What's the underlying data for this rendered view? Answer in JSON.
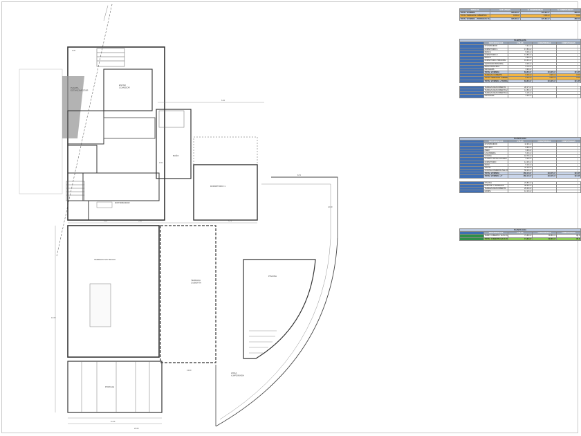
{
  "plan": {
    "rooms": {
      "planta_estancia": "PLANTA\nESTANCIA/ESTAR",
      "room_top": "ESTAR\nCOMEDOR",
      "distribuidor": "DISTRIBUIDOR",
      "dormitorio": "DORMITORIO 1",
      "bano": "BAÑO",
      "terraza_big": "TERRAZA SIN TECHO",
      "terraza_cubierta": "TERRAZA\nCUBIERTA",
      "piscina": "PISCINA",
      "porche": "PORCHE",
      "zona_ajardinada": "ZONA\nAJARDINADA"
    },
    "dims": {
      "d1": "11.00",
      "d2": "5.45",
      "d3": "3.00",
      "d4": "4.14",
      "d5": "5.75",
      "d6": "8.70",
      "d7": "12.30",
      "d8": "14.00",
      "d9": "13.00",
      "d10": "23.00",
      "d11": "6.35",
      "d12": "1.82"
    }
  },
  "table": {
    "summary_header": [
      "TOTALES",
      "SUP. ÚTILES",
      "S. CONSTRUIDAS",
      "S. COMPUTABLES"
    ],
    "summary_rows": [
      [
        "TOTAL VIVIENDA",
        "325.85 m²",
        "376.60 m²",
        "386.00"
      ],
      [
        "TOTAL TERRAZAS CUBIERTAS",
        "0.00 m²",
        "0.00 m²",
        "0.00"
      ],
      [
        "TOTAL VIVIENDA + TERRAZAS CUBIERTAS",
        "325.85 m²",
        "376.60 m²",
        "386.00"
      ]
    ],
    "planta_alta": {
      "title": "PLANTA ALTA",
      "header": [
        "DEPENDENCIAS",
        "ÚTILES",
        "CONSTRUIDAS",
        "COMPUTABLES"
      ],
      "rows": [
        [
          "DISTRIBUIDOR",
          "7.31 m²",
          "",
          ""
        ],
        [
          "DORMITORIO 1",
          "17.82 m²",
          "",
          ""
        ],
        [
          "BAÑO 1",
          "5.06 m²",
          "",
          ""
        ],
        [
          "DORMITORIO 2",
          "13.85 m²",
          "",
          ""
        ],
        [
          "BAÑO 2",
          "4.50 m²",
          "",
          ""
        ],
        [
          "DORMITORIO PRINCIPAL",
          "19.62 m²",
          "",
          ""
        ],
        [
          "VESTIDOR PRINCIPAL",
          "6.05 m²",
          "",
          ""
        ],
        [
          "BAÑO PRINCIPAL",
          "9.70 m²",
          "",
          ""
        ],
        [
          "ESCALERA",
          "3.93 m²",
          "",
          ""
        ],
        [
          "TOTAL VIVIENDA",
          "84.86 m²",
          "101.35 m²",
          "101.35"
        ],
        [
          "TERRAZA CUBIERTA",
          "0.00 m²",
          "0.00 m²",
          "0.00"
        ],
        [
          "TOTAL TERRAZAS CUBIERTAS",
          "0.00 m²",
          "0.00 m²",
          "0.00"
        ],
        [
          "TOTAL VIVIENDA + TERRAZAS CUBIERTAS",
          "84.86 m²",
          "101.35 m²",
          "101.35"
        ]
      ],
      "extra": [
        [
          "TERRAZA DESCUBIERTA",
          "28.17 m²",
          "",
          ""
        ],
        [
          "TERRAZA DESCUBIERTA 2",
          "14.80 m²",
          "",
          ""
        ],
        [
          "TERRAZA DESCUBIERTA 3",
          "9.18 m²",
          "",
          ""
        ],
        [
          "ESCALERA",
          "3.20 m²",
          "",
          ""
        ]
      ]
    },
    "planta_baja": {
      "title": "PLANTA BAJA",
      "header": [
        "DEPENDENCIAS",
        "ÚTILES",
        "CONSTRUIDAS",
        "COMPUTABLES"
      ],
      "rows": [
        [
          "DISTRIBUIDOR",
          "11.90 m²",
          "",
          ""
        ],
        [
          "ESTUDIO",
          "8.85 m²",
          "",
          ""
        ],
        [
          "ASEO",
          "3.30 m²",
          "",
          ""
        ],
        [
          "LAVANDERÍA",
          "5.40 m²",
          "",
          ""
        ],
        [
          "COCINA",
          "18.75 m²",
          "",
          ""
        ],
        [
          "CUARTO INSTALACIONES",
          "4.20 m²",
          "",
          ""
        ],
        [
          "DORMITORIO",
          "14.25 m²",
          "",
          ""
        ],
        [
          "BAÑO",
          "5.10 m²",
          "",
          ""
        ],
        [
          "SALÓN",
          "41.15 m²",
          "",
          ""
        ],
        [
          "COCINA-COMEDOR-SALÓN",
          "56.20 m²",
          "",
          ""
        ],
        [
          "TOTAL VIVIENDA",
          "169.10 m²",
          "194.45 m²",
          "194.45"
        ],
        [
          "TOTAL VIVIENDA + T",
          "169.10 m²",
          "194.45 m²",
          "194.45"
        ]
      ],
      "extra": [
        [
          "PISCINA",
          "23.80 m²",
          "",
          ""
        ],
        [
          "PORCHE Y TERRAZAS",
          "38.50 m²",
          "",
          ""
        ],
        [
          "TERRAZA DESCUBIERTA",
          "26.40 m²",
          "",
          ""
        ],
        [
          "RAMPA",
          "12.10 m²",
          "",
          ""
        ]
      ]
    },
    "planta_sotano": {
      "title": "PLANTA BAJA",
      "header": [
        "DEPENDENCIAS",
        "ÚTILES",
        "CONSTRUIDAS",
        "COMPUTABLES"
      ],
      "rows": [
        [
          "TERR. CUBIERTA / ALTA CUBIERTA",
          "71.89 m²",
          "80.80 m²",
          "80.8"
        ],
        [
          "TOTAL CUBIERTA BAJO ALTURA",
          "71.89 m²",
          "80.80 m²",
          "80.8"
        ]
      ]
    }
  }
}
